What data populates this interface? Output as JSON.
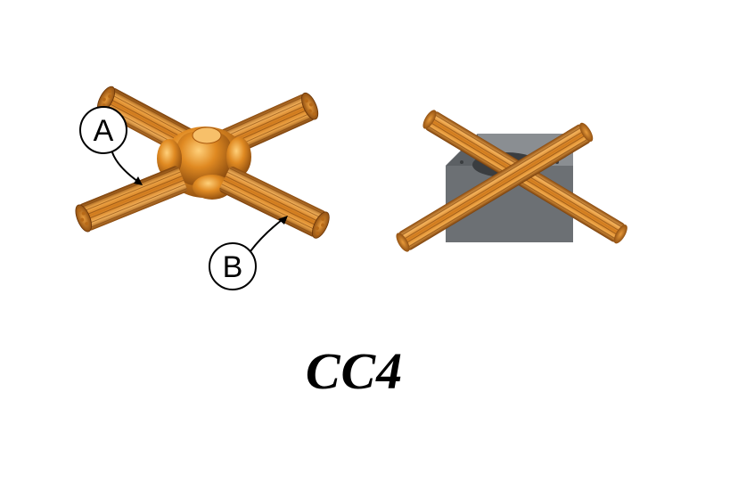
{
  "figure": {
    "caption": "CC4",
    "callouts": {
      "a": "A",
      "b": "B"
    }
  },
  "colors": {
    "copper": "#d07a1c",
    "copper_light": "#f3b15a",
    "copper_dark": "#8a4a0e",
    "die_block": "#6c7074",
    "die_top": "#8a8e92",
    "background": "#ffffff"
  }
}
